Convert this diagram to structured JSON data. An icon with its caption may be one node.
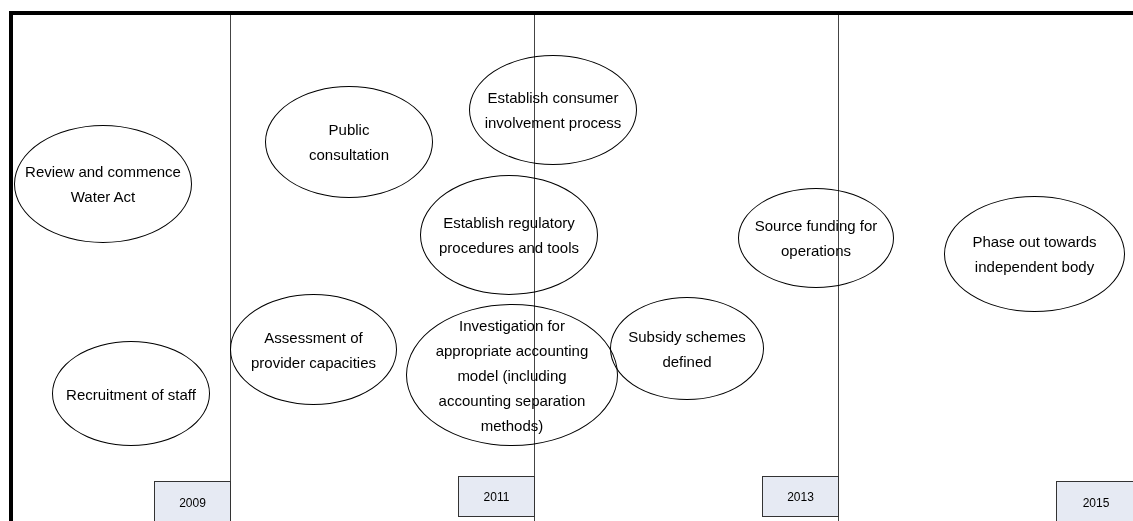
{
  "diagram": {
    "nodes": [
      {
        "text": [
          "Establish consumer involvement process"
        ]
      },
      {
        "text": [
          "Public consultation"
        ]
      },
      {
        "text": [
          "Review and commence Water Act"
        ]
      },
      {
        "text": [
          "Establish regulatory procedures and tools"
        ]
      },
      {
        "text": [
          "Source funding for operations"
        ]
      },
      {
        "text": [
          "Phase out towards independent body"
        ]
      },
      {
        "text": [
          "Assessment of provider capacities"
        ]
      },
      {
        "text": [
          "Investigation for appropriate accounting model (including accounting separation methods)"
        ]
      },
      {
        "text": [
          "Subsidy schemes defined"
        ]
      },
      {
        "text": [
          "Recruitment of staff"
        ]
      },
      {
        "text": [
          "2009"
        ]
      },
      {
        "text": [
          "2011"
        ]
      },
      {
        "text": [
          "2013"
        ]
      },
      {
        "text": [
          "2015"
        ]
      }
    ]
  }
}
